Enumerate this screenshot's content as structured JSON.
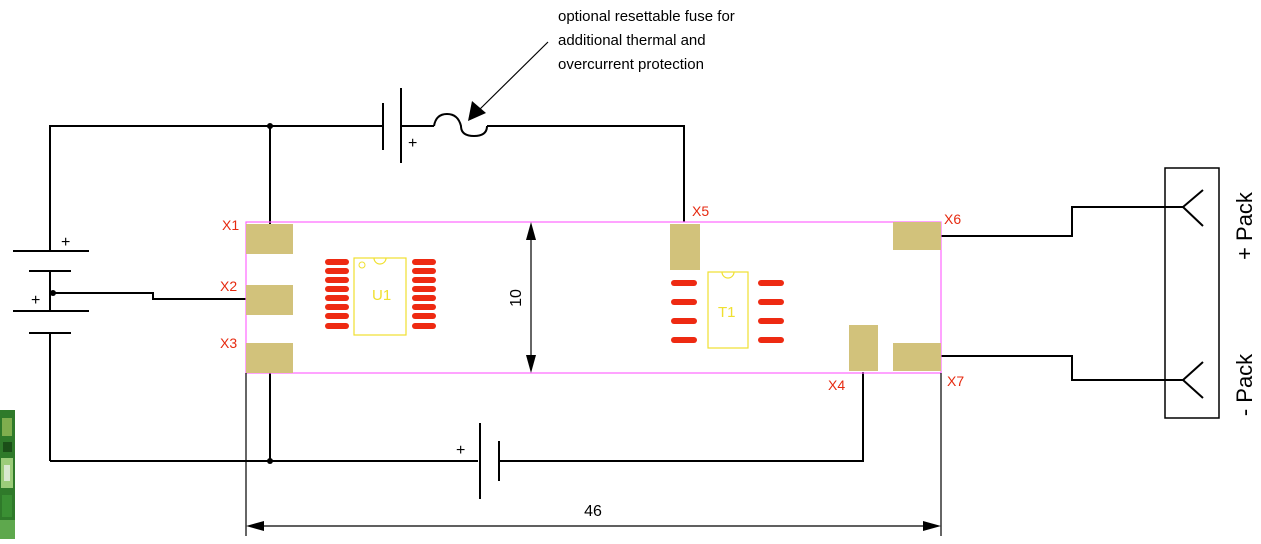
{
  "annotation": {
    "lines": [
      "optional resettable fuse for",
      "additional thermal and",
      "overcurrent protection"
    ]
  },
  "labels": {
    "x1": "X1",
    "x2": "X2",
    "x3": "X3",
    "x4": "X4",
    "x5": "X5",
    "x6": "X6",
    "x7": "X7",
    "u1": "U1",
    "t1": "T1",
    "plus": "+",
    "pack_plus": "+ Pack",
    "pack_minus": "- Pack"
  },
  "dimensions": {
    "height": "10",
    "width": "46"
  },
  "colors": {
    "board_outline": "#ff66ff",
    "pad": "#d2c27b",
    "pin": "#ee2a12",
    "pad_label": "#e62a10",
    "ic_outline": "#f0e030"
  }
}
